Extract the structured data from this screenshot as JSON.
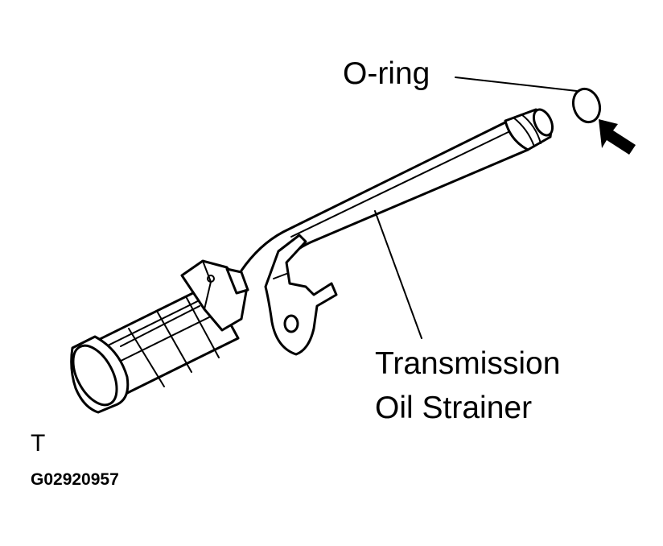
{
  "labels": {
    "o_ring": "O-ring",
    "strainer_line1": "Transmission",
    "strainer_line2": "Oil Strainer",
    "view_code": "T",
    "figure_id": "G02920957"
  },
  "colors": {
    "ink": "#000000",
    "paper": "#ffffff"
  }
}
